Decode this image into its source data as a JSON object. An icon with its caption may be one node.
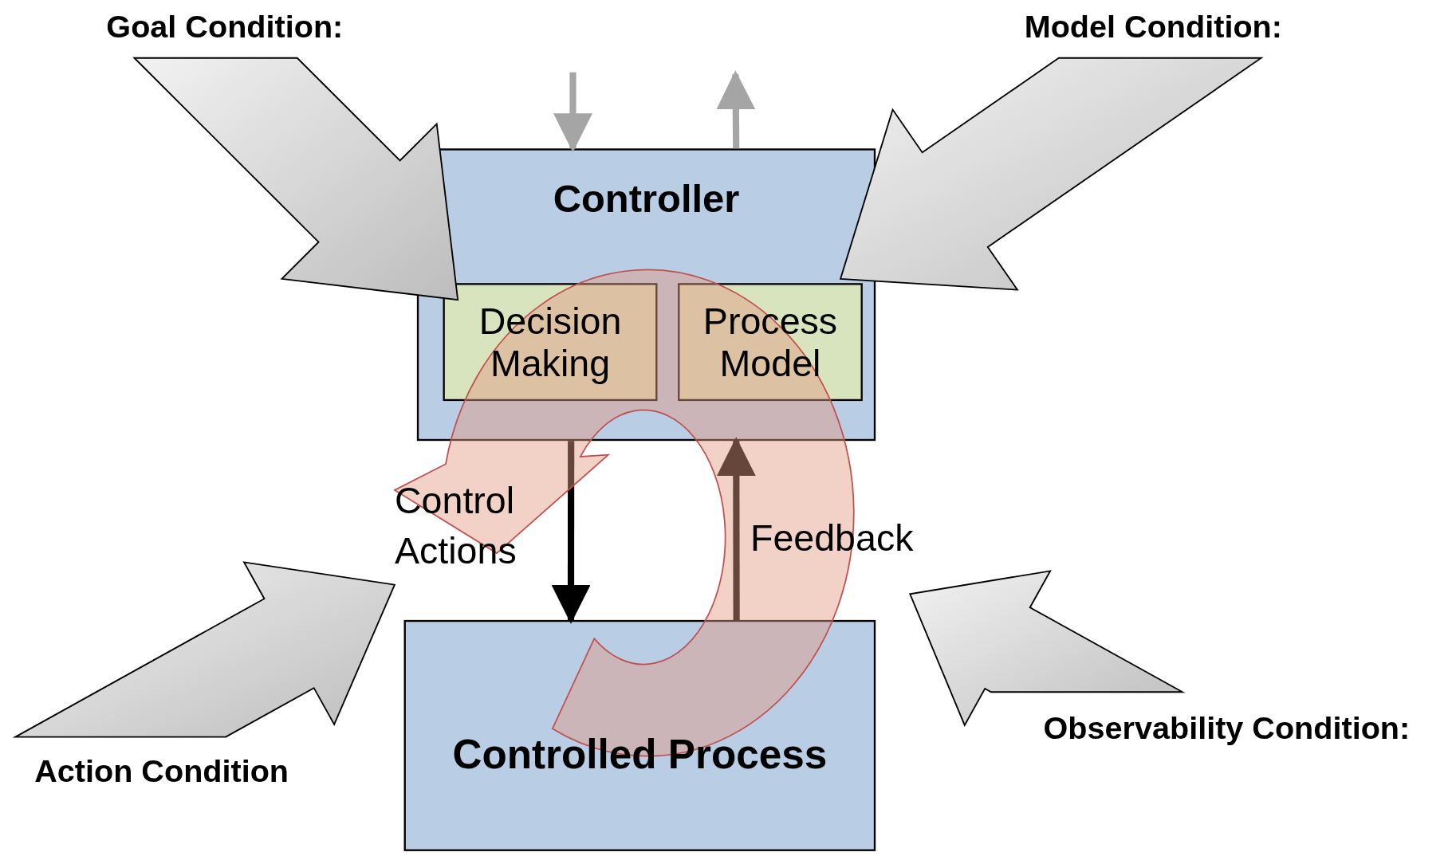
{
  "diagram": {
    "nodes": [
      {
        "text": [
          "Controller"
        ]
      },
      {
        "text": [
          "Decision Making"
        ],
        "in": 0
      },
      {
        "text": [
          "Process Model"
        ],
        "in": 0
      },
      {
        "text": [
          "Controlled Process"
        ]
      },
      {
        "text": [
          "Goal Condition:"
        ]
      },
      {
        "text": [
          "Model Condition:"
        ]
      },
      {
        "text": [
          "Action Condition"
        ]
      },
      {
        "text": [
          "Observability Condition:"
        ]
      }
    ],
    "edges": [
      {
        "from": 4,
        "to": 1,
        "arrow": "to",
        "style": "thick",
        "color": "#d0d0d0"
      },
      {
        "from": 5,
        "to": 2,
        "arrow": "to",
        "style": "thick",
        "color": "#d0d0d0"
      },
      {
        "from": 6,
        "to": null,
        "arrow": "to",
        "style": "thick",
        "color": "#d0d0d0"
      },
      {
        "from": 7,
        "to": null,
        "arrow": "to",
        "style": "thick",
        "color": "#d0d0d0"
      },
      {
        "from": 0,
        "to": 3,
        "arrow": "to",
        "label": "Control Actions"
      },
      {
        "from": 3,
        "to": 0,
        "arrow": "to",
        "label": "Feedback"
      },
      {
        "from": null,
        "to": 0,
        "arrow": "to",
        "color": "#a5a5a5"
      },
      {
        "from": 0,
        "to": null,
        "arrow": "to",
        "color": "#a5a5a5"
      }
    ]
  }
}
